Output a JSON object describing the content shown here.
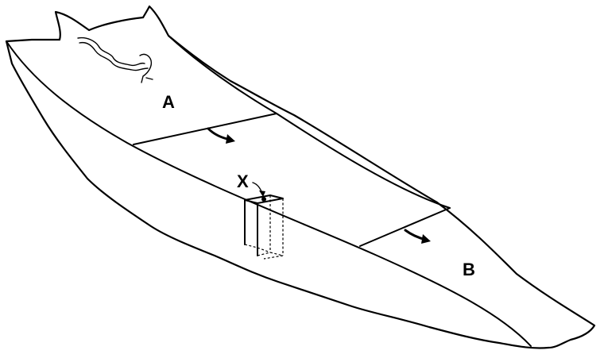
{
  "labels": {
    "region_a": "A",
    "region_b": "B",
    "sample_x": "X"
  }
}
